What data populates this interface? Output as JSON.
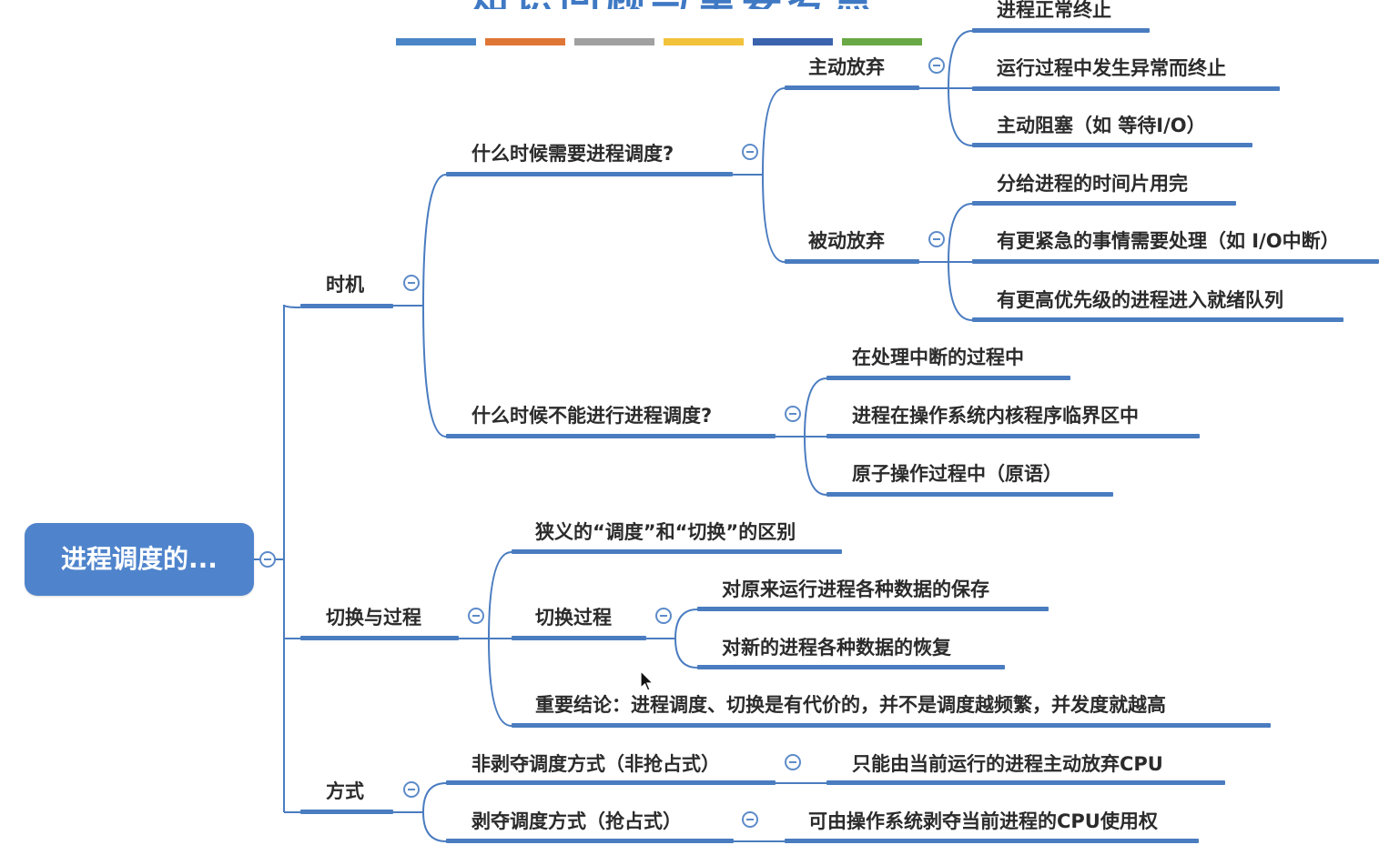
{
  "title_fragment": "知识回顾与重要考点",
  "color_bar": [
    "#4a86c7",
    "#e07636",
    "#a0a0a0",
    "#f2c23a",
    "#3a62ad",
    "#69a845"
  ],
  "link_color": "#4a7cc0",
  "root": "进程调度的...",
  "timing": {
    "label": "时机",
    "when_needed": {
      "label": "什么时候需要进程调度?",
      "active": {
        "label": "主动放弃",
        "items": [
          "进程正常终止",
          "运行过程中发生异常而终止",
          "主动阻塞（如 等待I/O）"
        ]
      },
      "passive": {
        "label": "被动放弃",
        "items": [
          "分给进程的时间片用完",
          "有更紧急的事情需要处理（如 I/O中断）",
          "有更高优先级的进程进入就绪队列"
        ]
      }
    },
    "when_not": {
      "label": "什么时候不能进行进程调度?",
      "items": [
        "在处理中断的过程中",
        "进程在操作系统内核程序临界区中",
        "原子操作过程中（原语）"
      ]
    }
  },
  "switching": {
    "label": "切换与过程",
    "difference": "狭义的“调度”和“切换”的区别",
    "process": {
      "label": "切换过程",
      "items": [
        "对原来运行进程各种数据的保存",
        "对新的进程各种数据的恢复"
      ]
    },
    "conclusion": "重要结论：进程调度、切换是有代价的，并不是调度越频繁，并发度就越高"
  },
  "method": {
    "label": "方式",
    "nonpreemptive": {
      "label": "非剥夺调度方式（非抢占式）",
      "detail": "只能由当前运行的进程主动放弃CPU"
    },
    "preemptive": {
      "label": "剥夺调度方式（抢占式）",
      "detail": "可由操作系统剥夺当前进程的CPU使用权"
    }
  }
}
